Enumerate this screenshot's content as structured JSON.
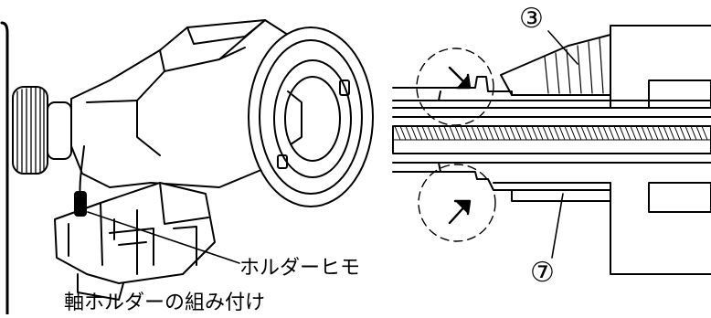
{
  "left_figure": {
    "callout_label": "ホルダーヒモ",
    "caption": "軸ホルダーの組み付け"
  },
  "right_figure": {
    "part_label_top": "③",
    "part_label_bottom": "⑦"
  }
}
